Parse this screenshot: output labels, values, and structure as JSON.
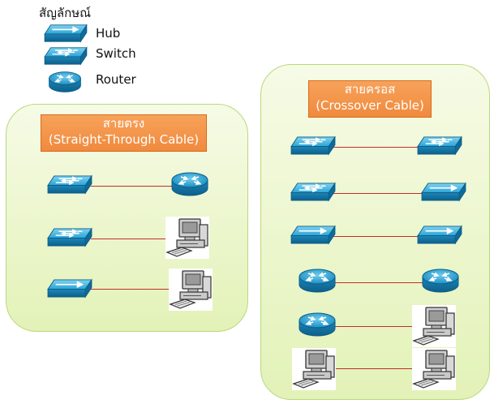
{
  "legend": {
    "title": "สัญลักษณ์",
    "items": [
      {
        "label": "Hub",
        "icon": "hub-icon"
      },
      {
        "label": "Switch",
        "icon": "switch-icon"
      },
      {
        "label": "Router",
        "icon": "router-icon"
      }
    ]
  },
  "straight_panel": {
    "title_line1": "สายตรง",
    "title_line2": "(Straight-Through Cable)",
    "connections": [
      {
        "left": "switch",
        "right": "router"
      },
      {
        "left": "switch",
        "right": "pc"
      },
      {
        "left": "hub",
        "right": "pc"
      }
    ]
  },
  "crossover_panel": {
    "title_line1": "สายครอส",
    "title_line2": "(Crossover Cable)",
    "connections": [
      {
        "left": "switch",
        "right": "switch"
      },
      {
        "left": "switch",
        "right": "hub"
      },
      {
        "left": "hub",
        "right": "hub"
      },
      {
        "left": "router",
        "right": "router"
      },
      {
        "left": "router",
        "right": "pc"
      },
      {
        "left": "pc",
        "right": "pc"
      }
    ]
  },
  "colors": {
    "device_blue": "#1a8fc4",
    "cable": "#c0302a",
    "panel_fill": "#e8f5c8",
    "title_fill": "#f28c3f"
  }
}
